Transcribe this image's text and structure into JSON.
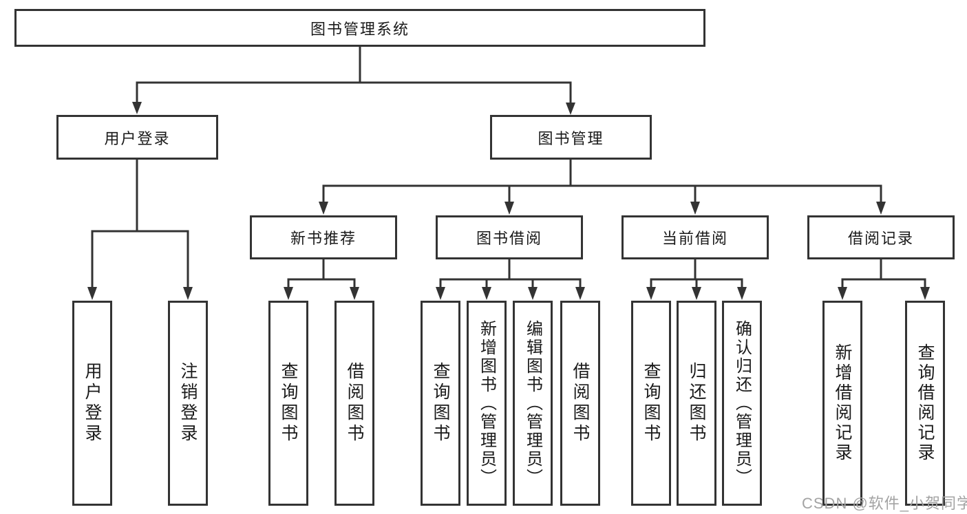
{
  "diagram_title": "图书管理系统",
  "colors": {
    "line": "#333333",
    "node_border": "#333333",
    "node_background": "#ffffff",
    "text": "#1a1a1a",
    "watermark_text": "#a3a3a3",
    "page_background": "#ffffff"
  },
  "nodes": {
    "root": {
      "label": "图书管理系统"
    },
    "user_login": {
      "label": "用户登录"
    },
    "book_management": {
      "label": "图书管理"
    },
    "new_book_recommend": {
      "label": "新书推荐"
    },
    "book_borrowing": {
      "label": "图书借阅"
    },
    "current_borrowing": {
      "label": "当前借阅"
    },
    "borrowing_records": {
      "label": "借阅记录"
    },
    "leaf_user_login": {
      "label": "用户登录"
    },
    "leaf_logout": {
      "label": "注销登录"
    },
    "leaf_query_books_recommend": {
      "label": "查询图书"
    },
    "leaf_borrow_books_recommend": {
      "label": "借阅图书"
    },
    "leaf_query_books_borrowing": {
      "label": "查询图书"
    },
    "leaf_add_books_admin": {
      "label": "新增图书（管理员）"
    },
    "leaf_edit_books_admin": {
      "label": "编辑图书（管理员）"
    },
    "leaf_borrow_books_borrowing": {
      "label": "借阅图书"
    },
    "leaf_query_books_current": {
      "label": "查询图书"
    },
    "leaf_return_books": {
      "label": "归还图书"
    },
    "leaf_confirm_return_admin": {
      "label": "确认归还（管理员）"
    },
    "leaf_add_borrow_record": {
      "label": "新增借阅记录"
    },
    "leaf_query_borrow_record": {
      "label": "查询借阅记录"
    }
  },
  "watermark": "CSDN @软件_小贺同学"
}
